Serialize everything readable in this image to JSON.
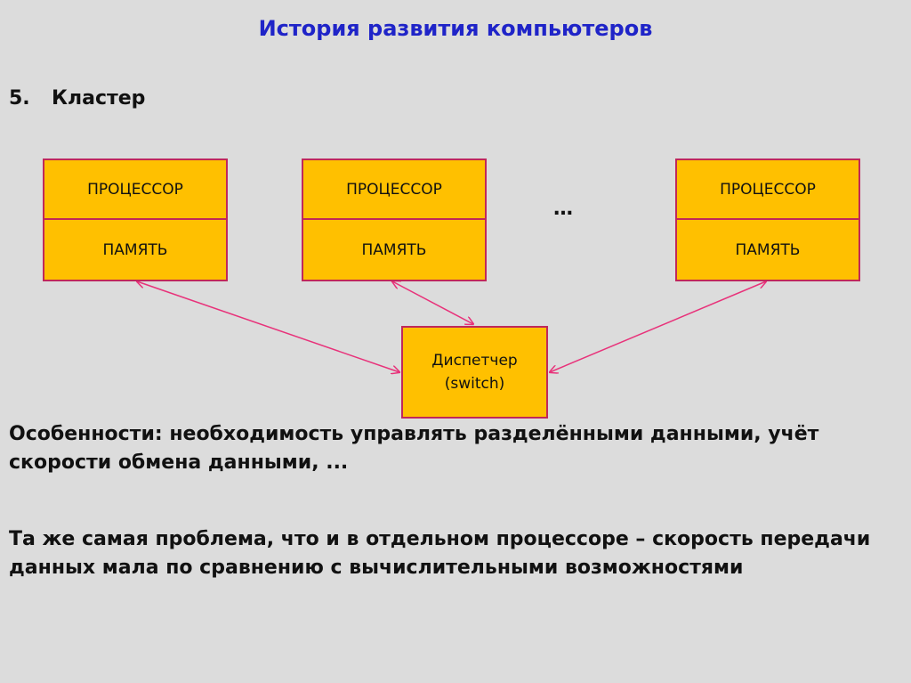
{
  "slide": {
    "title": "История развития компьютеров",
    "section_number": "5.",
    "section_title": "Кластер",
    "nodes": [
      {
        "top": "ПРОЦЕССОР",
        "bottom": "ПАМЯТЬ"
      },
      {
        "top": "ПРОЦЕССОР",
        "bottom": "ПАМЯТЬ"
      },
      {
        "top": "ПРОЦЕССОР",
        "bottom": "ПАМЯТЬ"
      }
    ],
    "ellipsis": "…",
    "switch": {
      "line1": "Диспетчер",
      "line2": "(switch)"
    },
    "features": "Особенности: необходимость управлять разделёнными данными, учёт скорости обмена данными, ...",
    "problem": "Та же самая проблема, что и в отдельном процессоре – скорость передачи данных мала по сравнению с вычислительными возможностями"
  },
  "colors": {
    "title": "#1f24c8",
    "box_fill": "#ffc000",
    "box_border": "#c0285a",
    "arrow": "#e8327a",
    "background": "#dcdcdc"
  }
}
